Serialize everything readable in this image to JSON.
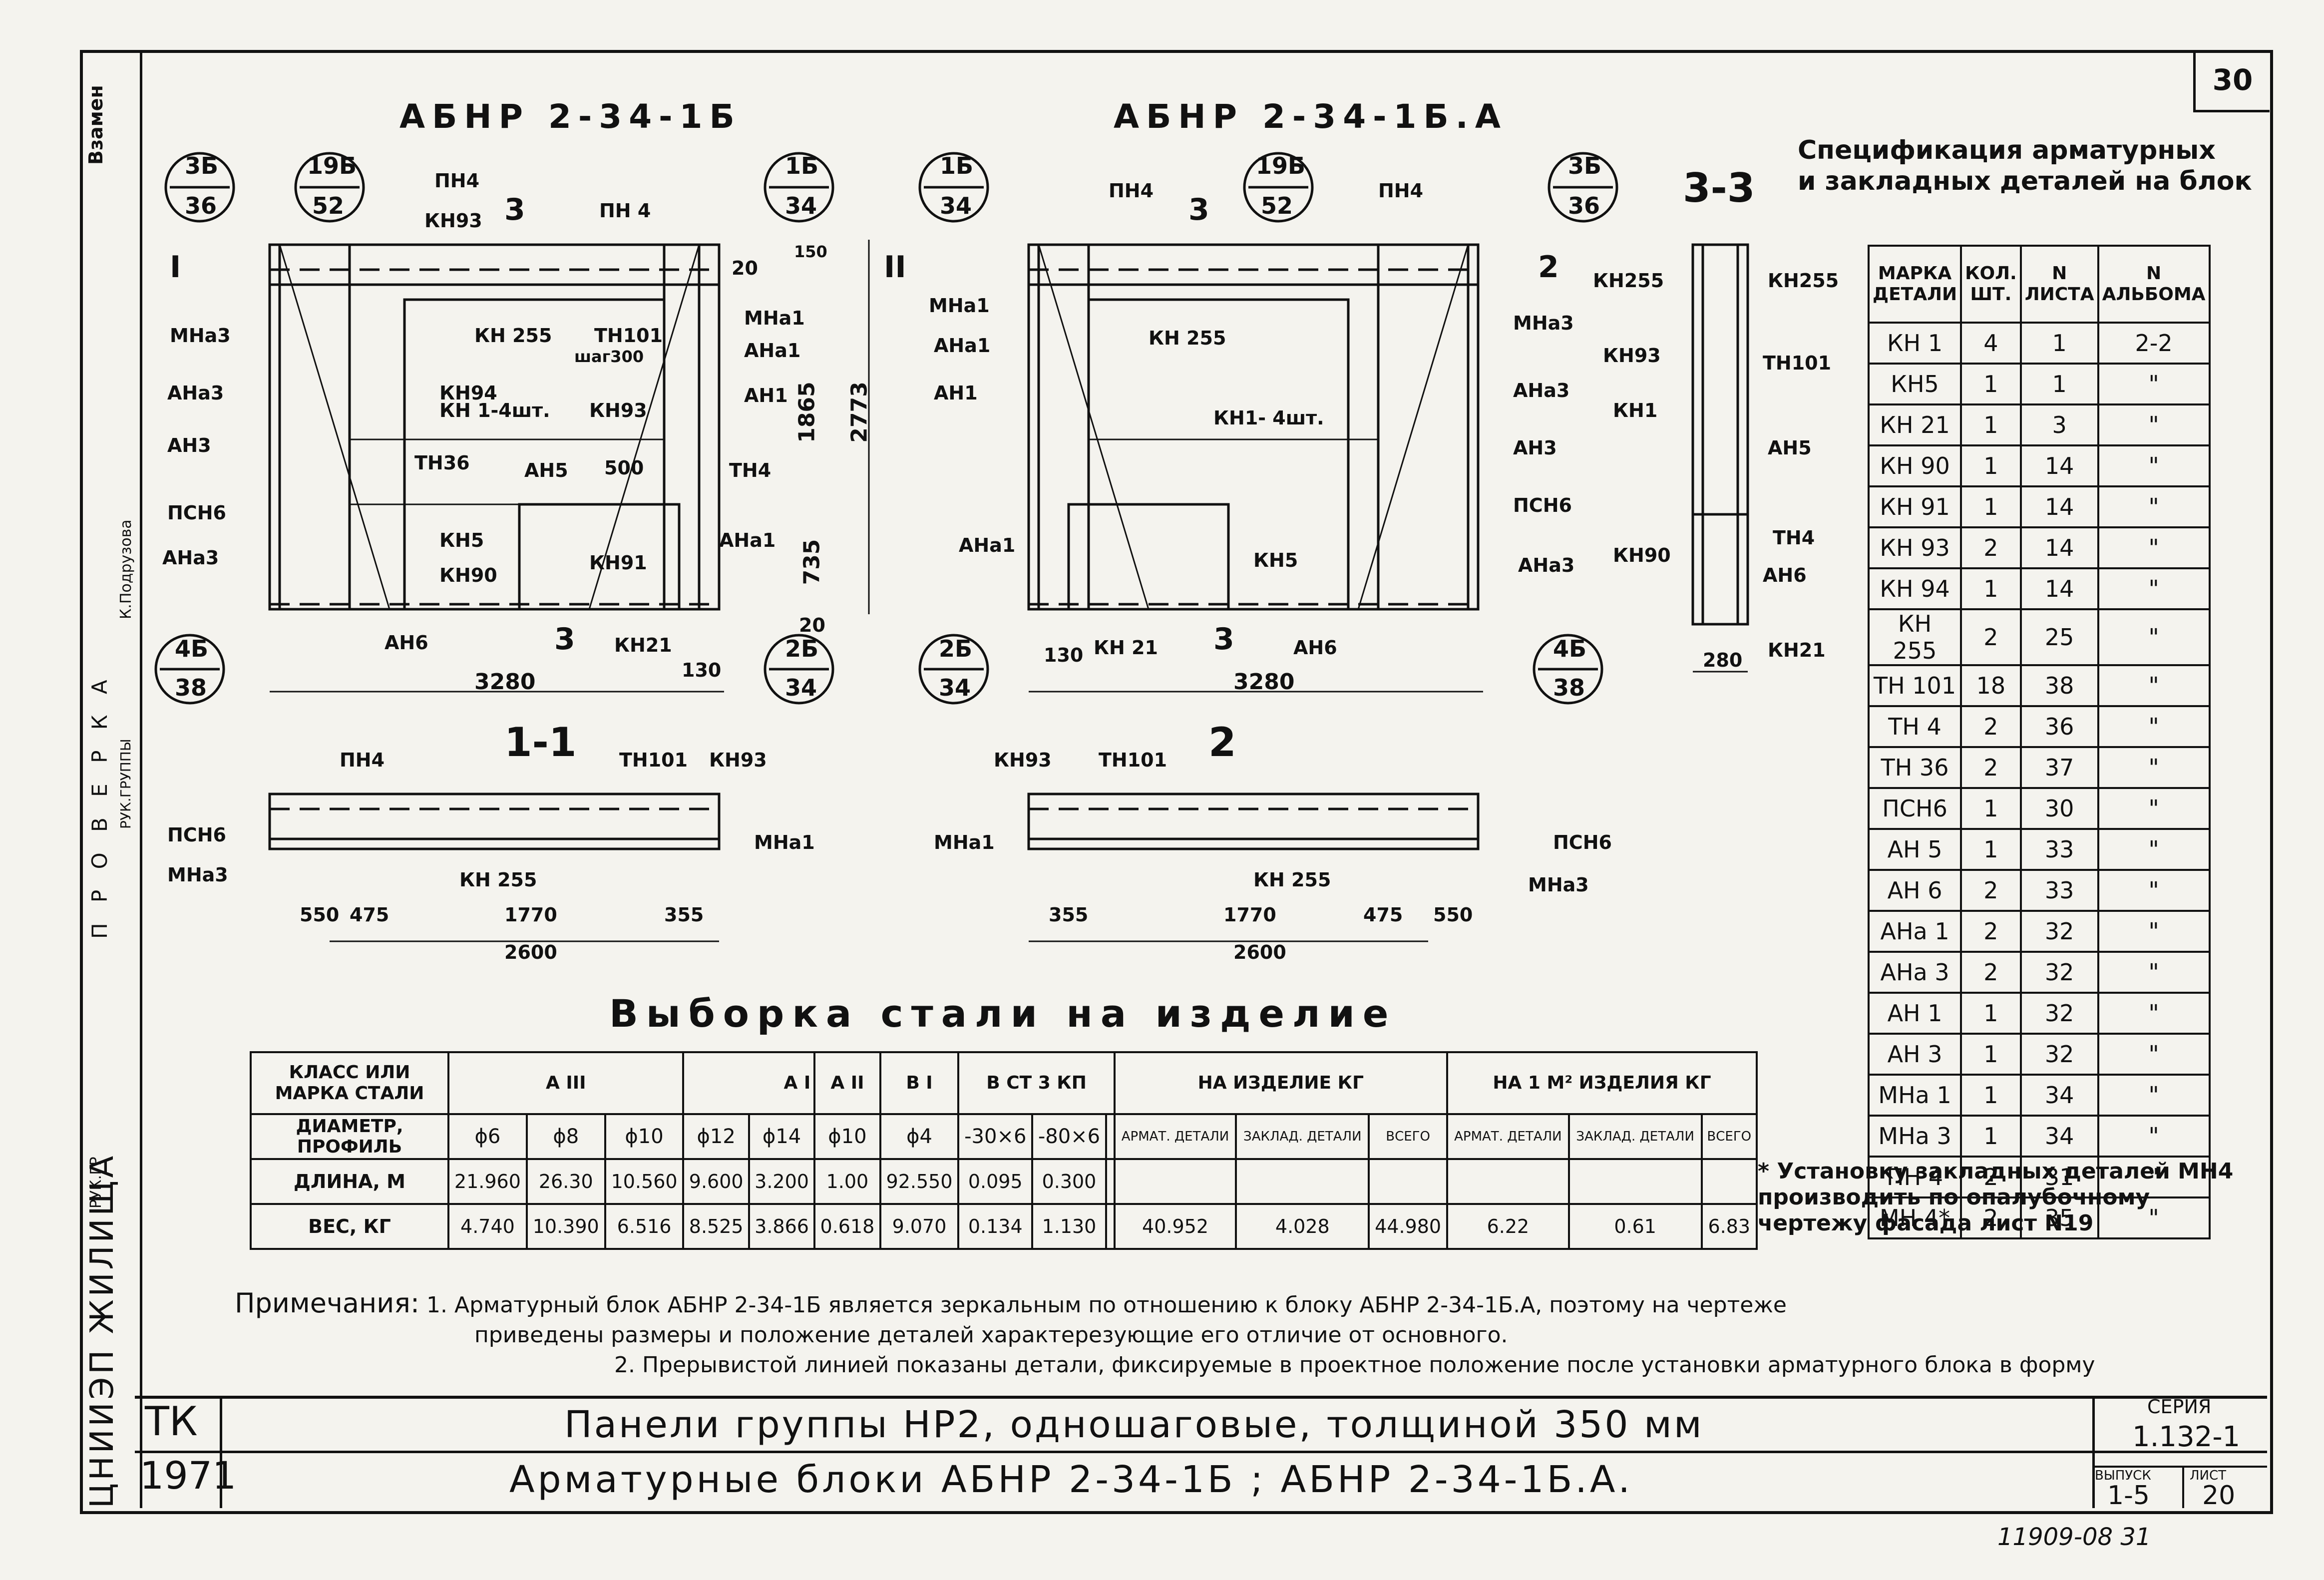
{
  "sheet_number": "30",
  "left_strip": {
    "vzamen": "Взамен",
    "proverka_letters": "П Р О В Е Р К А",
    "person1": "К.Подрузова",
    "role_ruk_gruppy": "РУК.ГРУППЫ",
    "role_ruk_gr": "РУК.ГР",
    "org": "ЦНИИЭП ЖИЛИЩА"
  },
  "drawings": {
    "left_title": "АБНР 2-34-1Б",
    "right_title": "АБНР 2-34-1Б.А",
    "section_33": "3-3",
    "section_11": "1-1",
    "section_2": "2",
    "callouts_left": [
      {
        "top": "3Б",
        "bottom": "36"
      },
      {
        "top": "19Б",
        "bottom": "52"
      },
      {
        "top": "1Б",
        "bottom": "34"
      },
      {
        "top": "4Б",
        "bottom": "38"
      },
      {
        "top": "2Б",
        "bottom": "34"
      }
    ],
    "callouts_right": [
      {
        "top": "1Б",
        "bottom": "34"
      },
      {
        "top": "19Б",
        "bottom": "52"
      },
      {
        "top": "3Б",
        "bottom": "36"
      },
      {
        "top": "2Б",
        "bottom": "34"
      },
      {
        "top": "4Б",
        "bottom": "38"
      }
    ],
    "left_labels": [
      "ПН4",
      "ПН 4",
      "КН93",
      "КН 255",
      "ТН101",
      "шаг300",
      "МНа3",
      "МНа1",
      "АНа1",
      "АНа3",
      "КН94",
      "КН 1-4шт.",
      "КН93",
      "АН1",
      "АН3",
      "ТН36",
      "АН5",
      "500",
      "ТН4",
      "ПСН6",
      "КН5",
      "КН90",
      "КН91",
      "АНа3",
      "АНа1",
      "АН6",
      "КН21",
      "I",
      "3",
      "3"
    ],
    "left_dims": {
      "width": "3280",
      "height_total": "2773",
      "h1": "1865",
      "h2": "735",
      "d130": "130",
      "d20a": "20",
      "d20b": "20",
      "d150": "150"
    },
    "right_labels": [
      "ПН4",
      "ПН4",
      "МНа1",
      "АНа1",
      "АН1",
      "КН 255",
      "КН1- 4шт.",
      "МНа3",
      "АНа3",
      "АН3",
      "ПСН6",
      "АНа1",
      "КН5",
      "КН 21",
      "АН6",
      "АНа3",
      "II",
      "2",
      "3",
      "3"
    ],
    "right_dims": {
      "width": "3280",
      "d130": "130"
    },
    "sec33_labels": [
      "КН255",
      "КН255",
      "КН93",
      "ТН101",
      "КН1",
      "АН5",
      "ТН4",
      "КН90",
      "АН6",
      "КН21"
    ],
    "sec33_dims": {
      "d280": "280"
    },
    "sec11": {
      "labels": [
        "ПН4",
        "ТН101",
        "КН93",
        "ПСН6",
        "МНа3",
        "КН 255",
        "МНа1"
      ],
      "dims": [
        "550",
        "475",
        "1770",
        "355",
        "2600"
      ]
    },
    "sec2": {
      "labels": [
        "КН93",
        "ТН101",
        "МНа1",
        "КН 255",
        "ПСН6",
        "МНа3"
      ],
      "dims": [
        "355",
        "1770",
        "475",
        "550",
        "2600"
      ]
    }
  },
  "spec": {
    "title_line1": "Спецификация арматурных",
    "title_line2": "и закладных деталей на блок",
    "headers": [
      "МАРКА ДЕТАЛИ",
      "КОЛ. ШТ.",
      "N ЛИСТА",
      "N АЛЬБОМА"
    ],
    "rows": [
      [
        "КН 1",
        "4",
        "1",
        "2-2"
      ],
      [
        "КН5",
        "1",
        "1",
        "\""
      ],
      [
        "КН 21",
        "1",
        "3",
        "\""
      ],
      [
        "КН 90",
        "1",
        "14",
        "\""
      ],
      [
        "КН 91",
        "1",
        "14",
        "\""
      ],
      [
        "КН 93",
        "2",
        "14",
        "\""
      ],
      [
        "КН 94",
        "1",
        "14",
        "\""
      ],
      [
        "КН 255",
        "2",
        "25",
        "\""
      ],
      [
        "ТН 101",
        "18",
        "38",
        "\""
      ],
      [
        "ТН 4",
        "2",
        "36",
        "\""
      ],
      [
        "ТН 36",
        "2",
        "37",
        "\""
      ],
      [
        "ПСН6",
        "1",
        "30",
        "\""
      ],
      [
        "АН 5",
        "1",
        "33",
        "\""
      ],
      [
        "АН 6",
        "2",
        "33",
        "\""
      ],
      [
        "АНа 1",
        "2",
        "32",
        "\""
      ],
      [
        "АНа 3",
        "2",
        "32",
        "\""
      ],
      [
        "АН 1",
        "1",
        "32",
        "\""
      ],
      [
        "АН 3",
        "1",
        "32",
        "\""
      ],
      [
        "МНа 1",
        "1",
        "34",
        "\""
      ],
      [
        "МНа 3",
        "1",
        "34",
        "\""
      ],
      [
        "ПН 4",
        "2",
        "31",
        "\""
      ],
      [
        "МН 4*",
        "2",
        "35",
        "\""
      ]
    ],
    "footnote": "* Установку закладных деталей МН4 производить по опалубочному чертежу фасада лист N19"
  },
  "steel": {
    "title": "Выборка стали на изделие",
    "h_class": "КЛАСС ИЛИ МАРКА СТАЛИ",
    "h_a3": "А III",
    "h_a1": "А I",
    "h_a2": "А II",
    "h_b1": "В I",
    "h_vst": "В СТ 3 КП",
    "h_item": "НА ИЗДЕЛИЕ КГ",
    "h_m2": "НА 1 М² ИЗДЕЛИЯ КГ",
    "h_diam": "ДИАМЕТР, ПРОФИЛЬ",
    "h_len": "ДЛИНА, М",
    "h_wt": "ВЕС, КГ",
    "diam": [
      "ϕ6",
      "ϕ8",
      "ϕ10",
      "ϕ12",
      "ϕ14",
      "ϕ10",
      "ϕ4",
      "-30×6",
      "-80×6"
    ],
    "sub": [
      "АРМАТ. ДЕТАЛИ",
      "ЗАКЛАД. ДЕТАЛИ",
      "ВСЕГО",
      "АРМАТ. ДЕТАЛИ",
      "ЗАКЛАД. ДЕТАЛИ",
      "ВСЕГО"
    ],
    "length": [
      "21.960",
      "26.30",
      "10.560",
      "9.600",
      "3.200",
      "1.00",
      "92.550",
      "0.095",
      "0.300"
    ],
    "weight": [
      "4.740",
      "10.390",
      "6.516",
      "8.525",
      "3.866",
      "0.618",
      "9.070",
      "0.134",
      "1.130"
    ],
    "totals": [
      "40.952",
      "4.028",
      "44.980",
      "6.22",
      "0.61",
      "6.83"
    ]
  },
  "notes": {
    "label": "Примечания:",
    "n1": "1. Арматурный блок АБНР 2-34-1Б является зеркальным по отношению к блоку АБНР 2-34-1Б.А, поэтому на чертеже",
    "n1b": "приведены размеры и положение деталей характерезующие его отличие от основного.",
    "n2": "2. Прерывистой линией показаны детали, фиксируемые в проектное положение после установки арматурного блока в форму"
  },
  "title_block": {
    "tk": "ТК",
    "year": "1971",
    "line1": "Панели группы НР2, одношаговые, толщиной 350 мм",
    "line2": "Арматурные блоки АБНР 2-34-1Б ; АБНР 2-34-1Б.А.",
    "seria_label": "СЕРИЯ",
    "seria": "1.132-1",
    "vypusk_label": "ВЫПУСК",
    "list_label": "ЛИСТ",
    "vypusk": "1-5",
    "list": "20"
  },
  "bottom_code": "11909-08   31"
}
